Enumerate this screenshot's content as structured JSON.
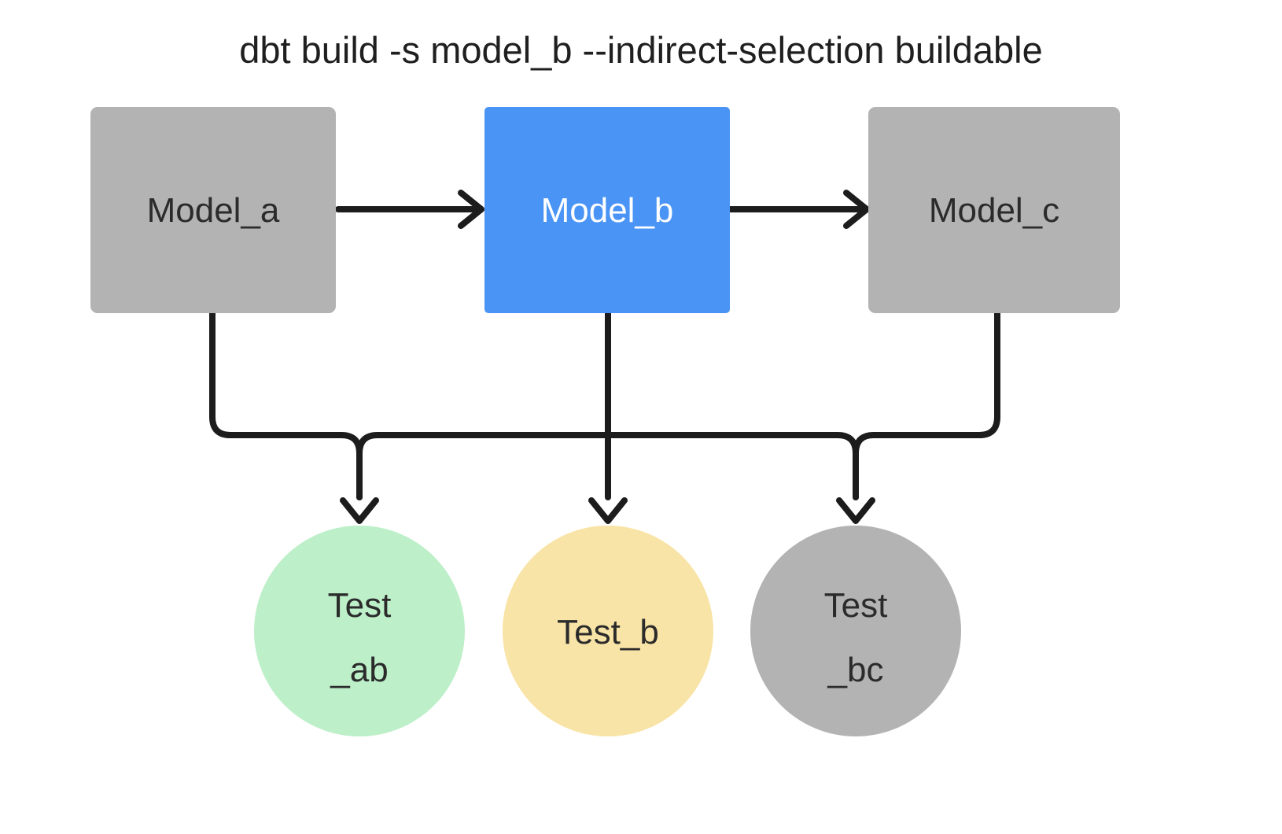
{
  "title": "dbt build -s model_b --indirect-selection buildable",
  "colors": {
    "background": "#ffffff",
    "gray_node": "#b3b3b3",
    "blue_node": "#4a94f6",
    "green_node": "#bdefc9",
    "yellow_node": "#f9e4a7",
    "edge": "#1c1c1c",
    "text_dark": "#2b2b2b",
    "text_light": "#ffffff",
    "title_text": "#1f1f1f"
  },
  "models": [
    {
      "id": "model_a",
      "label": "Model_a",
      "fill": "#b3b3b3",
      "text_color": "#2b2b2b"
    },
    {
      "id": "model_b",
      "label": "Model_b",
      "fill": "#4a94f6",
      "text_color": "#ffffff"
    },
    {
      "id": "model_c",
      "label": "Model_c",
      "fill": "#b3b3b3",
      "text_color": "#2b2b2b"
    }
  ],
  "tests": [
    {
      "id": "test_ab",
      "line1": "Test",
      "line2": "_ab",
      "fill": "#bdefc9",
      "text_color": "#2b2b2b"
    },
    {
      "id": "test_b",
      "line1": "Test_b",
      "line2": "",
      "fill": "#f9e4a7",
      "text_color": "#2b2b2b"
    },
    {
      "id": "test_bc",
      "line1": "Test",
      "line2": "_bc",
      "fill": "#b3b3b3",
      "text_color": "#2b2b2b"
    }
  ],
  "edges": [
    {
      "id": "model_a-to-model_b",
      "from": "model_a",
      "to": "model_b",
      "kind": "straight-right"
    },
    {
      "id": "model_b-to-model_c",
      "from": "model_b",
      "to": "model_c",
      "kind": "straight-right"
    },
    {
      "id": "model_a-to-test_ab",
      "from": "model_a",
      "to": "test_ab",
      "kind": "elbow-down"
    },
    {
      "id": "model_b-to-test_ab",
      "from": "model_b",
      "to": "test_ab",
      "kind": "elbow-down"
    },
    {
      "id": "model_b-to-test_b",
      "from": "model_b",
      "to": "test_b",
      "kind": "straight-down"
    },
    {
      "id": "model_b-to-test_bc",
      "from": "model_b",
      "to": "test_bc",
      "kind": "elbow-down"
    },
    {
      "id": "model_c-to-test_bc",
      "from": "model_c",
      "to": "test_bc",
      "kind": "elbow-down"
    }
  ]
}
